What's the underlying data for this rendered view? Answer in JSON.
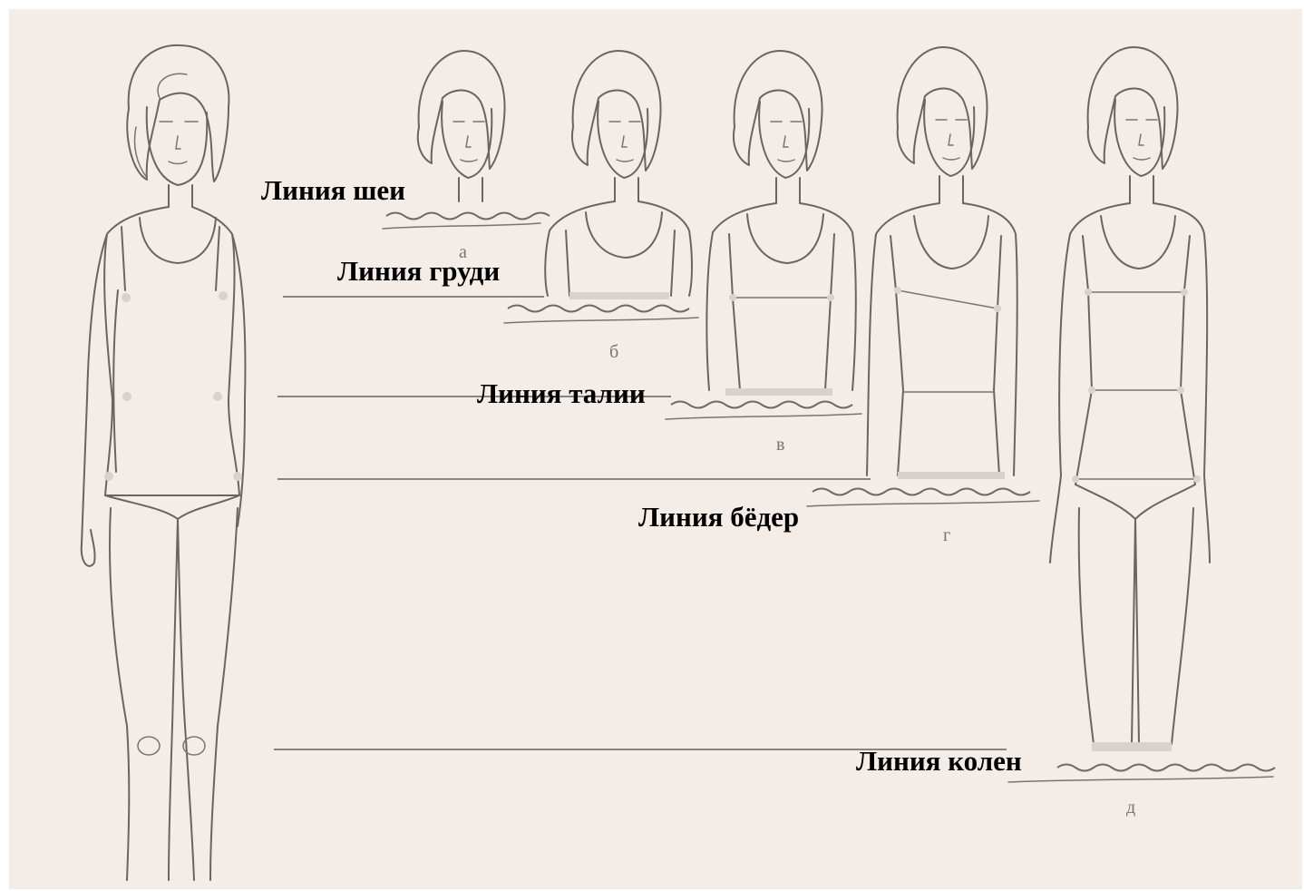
{
  "labels": {
    "neck": "Линия шеи",
    "chest": "Линия груди",
    "waist": "Линия талии",
    "hips": "Линия бёдер",
    "knees": "Линия колен"
  },
  "letters": {
    "a": "а",
    "b": "б",
    "v": "в",
    "g": "г",
    "d": "д"
  }
}
